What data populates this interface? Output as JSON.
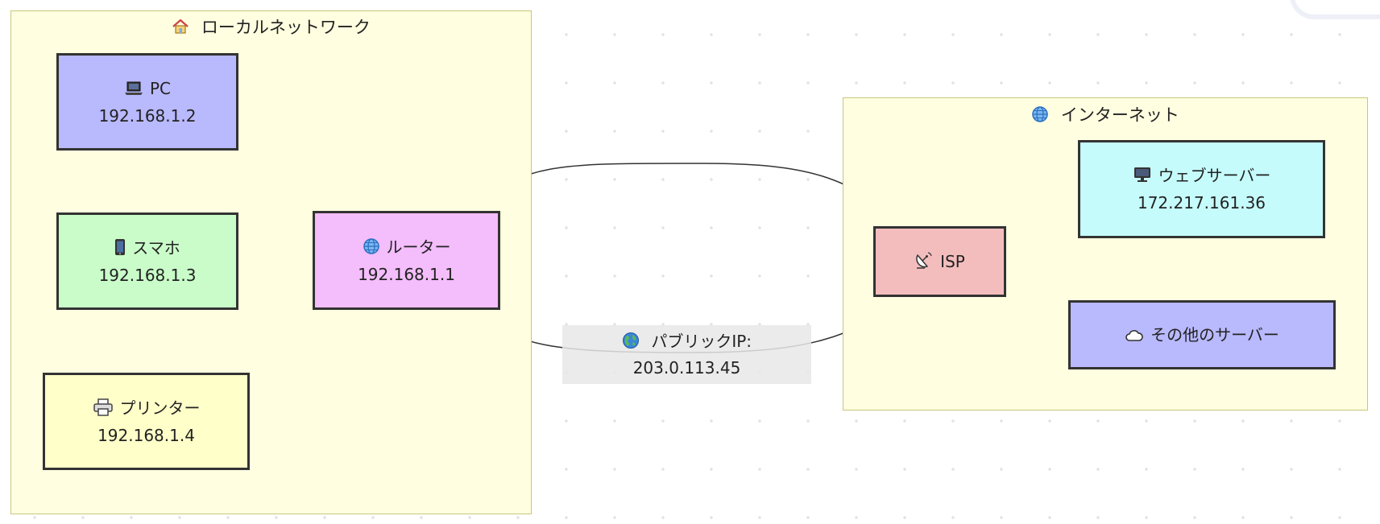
{
  "clusters": {
    "local": {
      "title": "ローカルネットワーク",
      "icon": "house-icon"
    },
    "internet": {
      "title": "インターネット",
      "icon": "globe-icon"
    }
  },
  "nodes": {
    "pc": {
      "label": "PC",
      "ip": "192.168.1.2",
      "icon": "laptop-icon",
      "color": "#b9b9fd"
    },
    "phone": {
      "label": "スマホ",
      "ip": "192.168.1.3",
      "icon": "smartphone-icon",
      "color": "#c9fcc9"
    },
    "printer": {
      "label": "プリンター",
      "ip": "192.168.1.4",
      "icon": "printer-icon",
      "color": "#ffffc9"
    },
    "router": {
      "label": "ルーター",
      "ip": "192.168.1.1",
      "icon": "globe-icon",
      "color": "#f4bdfb"
    },
    "isp": {
      "label": "ISP",
      "icon": "satellite-dish-icon",
      "color": "#f4bdbd"
    },
    "web_server": {
      "label": "ウェブサーバー",
      "ip": "172.217.161.36",
      "icon": "monitor-icon",
      "color": "#c6fbfb"
    },
    "other_servers": {
      "label": "その他のサーバー",
      "icon": "cloud-icon",
      "color": "#b9b9fd"
    }
  },
  "edge_label": {
    "line1": "パブリックIP:",
    "line2": "203.0.113.45",
    "icon": "earth-globe-icon"
  }
}
